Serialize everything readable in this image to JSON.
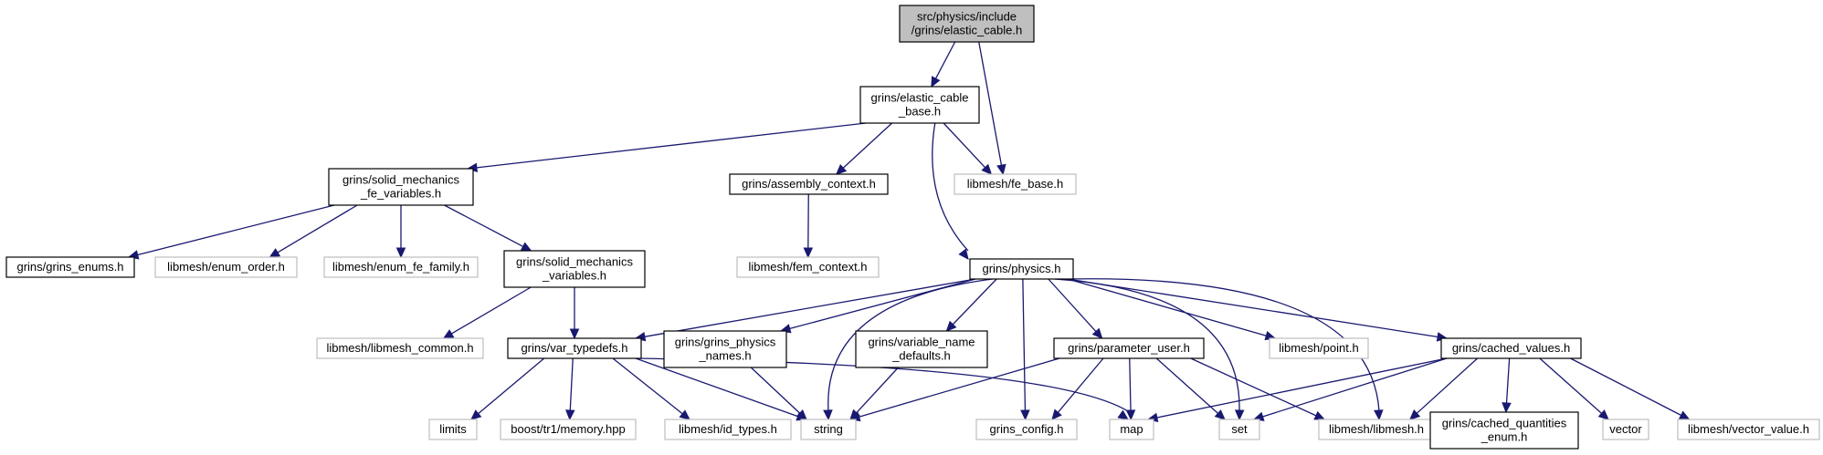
{
  "nodes": [
    {
      "id": "n0",
      "lines": [
        "src/physics/include",
        "/grins/elastic_cable.h"
      ],
      "kind": "main"
    },
    {
      "id": "n1",
      "lines": [
        "grins/elastic_cable",
        "_base.h"
      ],
      "kind": "doc"
    },
    {
      "id": "n2",
      "lines": [
        "libmesh/fe_base.h"
      ],
      "kind": "ext"
    },
    {
      "id": "n3",
      "lines": [
        "grins/solid_mechanics",
        "_fe_variables.h"
      ],
      "kind": "doc"
    },
    {
      "id": "n4",
      "lines": [
        "grins/assembly_context.h"
      ],
      "kind": "doc"
    },
    {
      "id": "n5",
      "lines": [
        "grins/physics.h"
      ],
      "kind": "doc"
    },
    {
      "id": "n6",
      "lines": [
        "grins/grins_enums.h"
      ],
      "kind": "doc"
    },
    {
      "id": "n7",
      "lines": [
        "libmesh/enum_order.h"
      ],
      "kind": "ext"
    },
    {
      "id": "n8",
      "lines": [
        "libmesh/enum_fe_family.h"
      ],
      "kind": "ext"
    },
    {
      "id": "n9",
      "lines": [
        "grins/solid_mechanics",
        "_variables.h"
      ],
      "kind": "doc"
    },
    {
      "id": "n10",
      "lines": [
        "libmesh/fem_context.h"
      ],
      "kind": "ext"
    },
    {
      "id": "n11",
      "lines": [
        "libmesh/libmesh_common.h"
      ],
      "kind": "ext"
    },
    {
      "id": "n12",
      "lines": [
        "grins/var_typedefs.h"
      ],
      "kind": "doc"
    },
    {
      "id": "n13",
      "lines": [
        "grins/grins_physics",
        "_names.h"
      ],
      "kind": "doc"
    },
    {
      "id": "n14",
      "lines": [
        "grins/variable_name",
        "_defaults.h"
      ],
      "kind": "doc"
    },
    {
      "id": "n15",
      "lines": [
        "grins/parameter_user.h"
      ],
      "kind": "doc"
    },
    {
      "id": "n16",
      "lines": [
        "libmesh/point.h"
      ],
      "kind": "ext"
    },
    {
      "id": "n17",
      "lines": [
        "grins/cached_values.h"
      ],
      "kind": "doc"
    },
    {
      "id": "n18",
      "lines": [
        "limits"
      ],
      "kind": "ext"
    },
    {
      "id": "n19",
      "lines": [
        "boost/tr1/memory.hpp"
      ],
      "kind": "ext"
    },
    {
      "id": "n20",
      "lines": [
        "libmesh/id_types.h"
      ],
      "kind": "ext"
    },
    {
      "id": "n21",
      "lines": [
        "string"
      ],
      "kind": "ext"
    },
    {
      "id": "n22",
      "lines": [
        "grins_config.h"
      ],
      "kind": "ext"
    },
    {
      "id": "n23",
      "lines": [
        "map"
      ],
      "kind": "ext"
    },
    {
      "id": "n24",
      "lines": [
        "set"
      ],
      "kind": "ext"
    },
    {
      "id": "n25",
      "lines": [
        "libmesh/libmesh.h"
      ],
      "kind": "ext"
    },
    {
      "id": "n26",
      "lines": [
        "grins/cached_quantities",
        "_enum.h"
      ],
      "kind": "doc"
    },
    {
      "id": "n27",
      "lines": [
        "vector"
      ],
      "kind": "ext"
    },
    {
      "id": "n28",
      "lines": [
        "libmesh/vector_value.h"
      ],
      "kind": "ext"
    }
  ],
  "edges": [
    [
      "n0",
      "n1"
    ],
    [
      "n0",
      "n2"
    ],
    [
      "n1",
      "n3"
    ],
    [
      "n1",
      "n4"
    ],
    [
      "n1",
      "n5"
    ],
    [
      "n1",
      "n2"
    ],
    [
      "n3",
      "n6"
    ],
    [
      "n3",
      "n7"
    ],
    [
      "n3",
      "n8"
    ],
    [
      "n3",
      "n9"
    ],
    [
      "n4",
      "n10"
    ],
    [
      "n9",
      "n11"
    ],
    [
      "n9",
      "n12"
    ],
    [
      "n5",
      "n12"
    ],
    [
      "n5",
      "n13"
    ],
    [
      "n5",
      "n14"
    ],
    [
      "n5",
      "n15"
    ],
    [
      "n5",
      "n16"
    ],
    [
      "n5",
      "n17"
    ],
    [
      "n5",
      "n21"
    ],
    [
      "n5",
      "n22"
    ],
    [
      "n5",
      "n24"
    ],
    [
      "n5",
      "n25"
    ],
    [
      "n12",
      "n18"
    ],
    [
      "n12",
      "n19"
    ],
    [
      "n12",
      "n20"
    ],
    [
      "n12",
      "n21"
    ],
    [
      "n12",
      "n23"
    ],
    [
      "n13",
      "n21"
    ],
    [
      "n14",
      "n21"
    ],
    [
      "n15",
      "n21"
    ],
    [
      "n15",
      "n22"
    ],
    [
      "n15",
      "n23"
    ],
    [
      "n15",
      "n24"
    ],
    [
      "n15",
      "n25"
    ],
    [
      "n17",
      "n23"
    ],
    [
      "n17",
      "n24"
    ],
    [
      "n17",
      "n25"
    ],
    [
      "n17",
      "n26"
    ],
    [
      "n17",
      "n27"
    ],
    [
      "n17",
      "n28"
    ]
  ],
  "colors": {
    "edge": "#191970",
    "main_fill": "#bfbfbf",
    "doc_border": "#000000",
    "ext_border": "#bfbfbf"
  }
}
